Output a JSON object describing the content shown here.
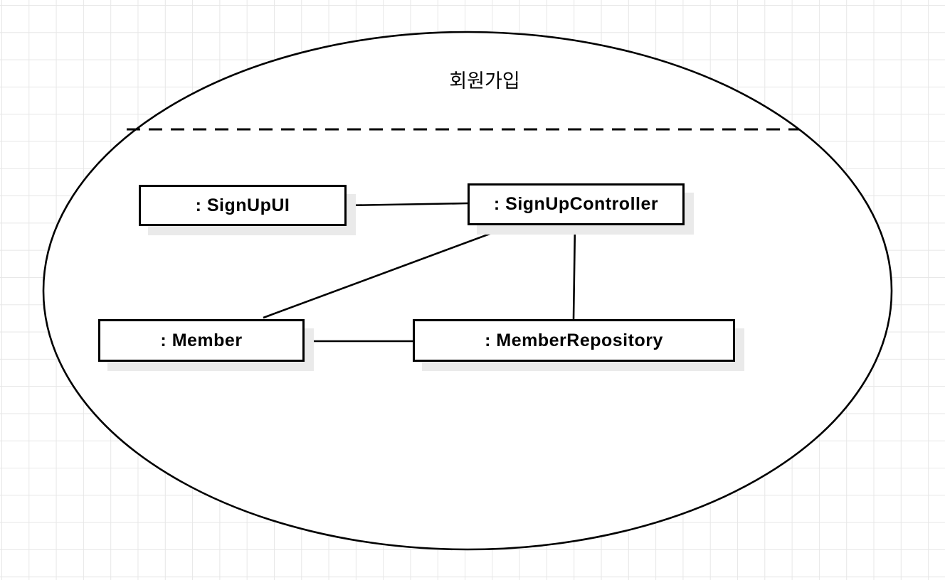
{
  "diagram": {
    "type": "uml-collaboration",
    "boundary": {
      "shape": "ellipse",
      "title": "회원가입",
      "separator": "dashed-line"
    },
    "nodes": [
      {
        "id": "signup-ui",
        "label": ": SignUpUI"
      },
      {
        "id": "signup-controller",
        "label": ": SignUpController"
      },
      {
        "id": "member",
        "label": ": Member"
      },
      {
        "id": "member-repository",
        "label": ": MemberRepository"
      }
    ],
    "edges": [
      {
        "from": "signup-ui",
        "to": "signup-controller",
        "style": "solid"
      },
      {
        "from": "signup-controller",
        "to": "member",
        "style": "solid"
      },
      {
        "from": "signup-controller",
        "to": "member-repository",
        "style": "solid"
      },
      {
        "from": "member",
        "to": "member-repository",
        "style": "solid"
      }
    ],
    "colors": {
      "stroke": "#000000",
      "node_fill": "#ffffff",
      "node_shadow": "#eaeaea",
      "grid": "#e7e7e7",
      "background": "#ffffff"
    }
  }
}
